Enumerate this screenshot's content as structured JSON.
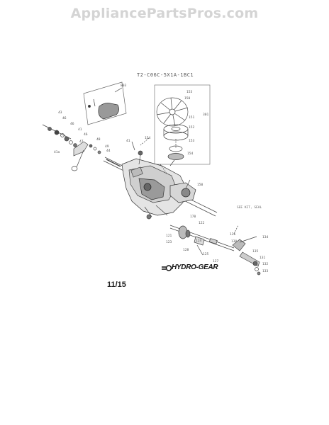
{
  "watermark": "AppliancePartsPros.com",
  "model_number": "T2-C06C-5X1A-1BC1",
  "page_number": "11/15",
  "brand_logo_text": "HYDRO-GEAR",
  "note_text": "SEE KIT, SEAL",
  "part_callouts": [
    {
      "label": "803"
    },
    {
      "label": "43"
    },
    {
      "label": "46"
    },
    {
      "label": "46"
    },
    {
      "label": "41"
    },
    {
      "label": "46"
    },
    {
      "label": "48"
    },
    {
      "label": "47"
    },
    {
      "label": "49"
    },
    {
      "label": "41"
    },
    {
      "label": "44"
    },
    {
      "label": "41a"
    },
    {
      "label": "154"
    },
    {
      "label": "153"
    },
    {
      "label": "150"
    },
    {
      "label": "301"
    },
    {
      "label": "151"
    },
    {
      "label": "152"
    },
    {
      "label": "153"
    },
    {
      "label": "154"
    },
    {
      "label": "150"
    },
    {
      "label": "170"
    },
    {
      "label": "122"
    },
    {
      "label": "121"
    },
    {
      "label": "123"
    },
    {
      "label": "124"
    },
    {
      "label": "128"
    },
    {
      "label": "125"
    },
    {
      "label": "127"
    },
    {
      "label": "126"
    },
    {
      "label": "134"
    },
    {
      "label": "135"
    },
    {
      "label": "131"
    },
    {
      "label": "132"
    },
    {
      "label": "133"
    },
    {
      "label": "130"
    }
  ]
}
